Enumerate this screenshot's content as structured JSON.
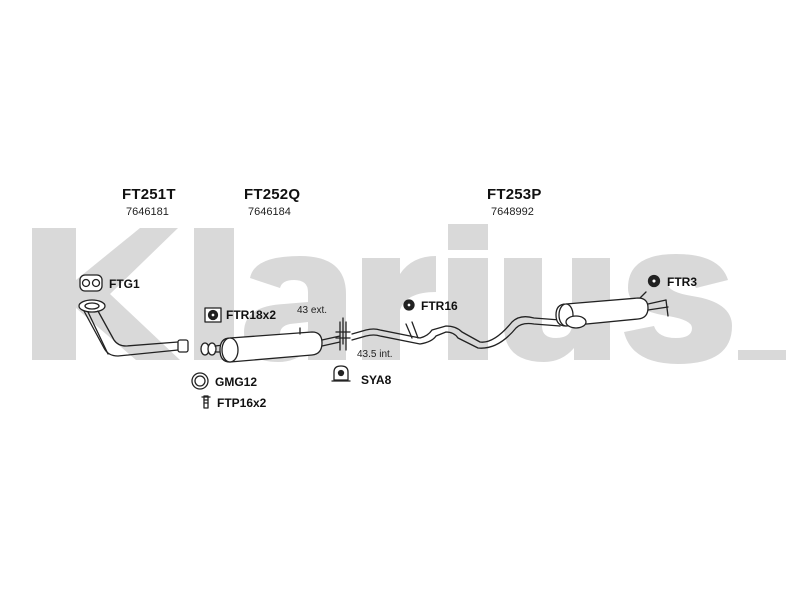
{
  "watermark": {
    "text": "Klarius",
    "color": "#d9d9d9"
  },
  "sections": [
    {
      "part_no": "FT251T",
      "ref": "7646181"
    },
    {
      "part_no": "FT252Q",
      "ref": "7646184"
    },
    {
      "part_no": "FT253P",
      "ref": "7648992"
    }
  ],
  "components": {
    "ftg1": "FTG1",
    "ftr18x2": "FTR18x2",
    "gmg12": "GMG12",
    "ftp16x2": "FTP16x2",
    "sya8": "SYA8",
    "ftr16": "FTR16",
    "ftr3": "FTR3"
  },
  "dimensions": {
    "ext": "43 ext.",
    "int": "43.5 int."
  },
  "colors": {
    "line": "#222222",
    "text": "#111111"
  }
}
